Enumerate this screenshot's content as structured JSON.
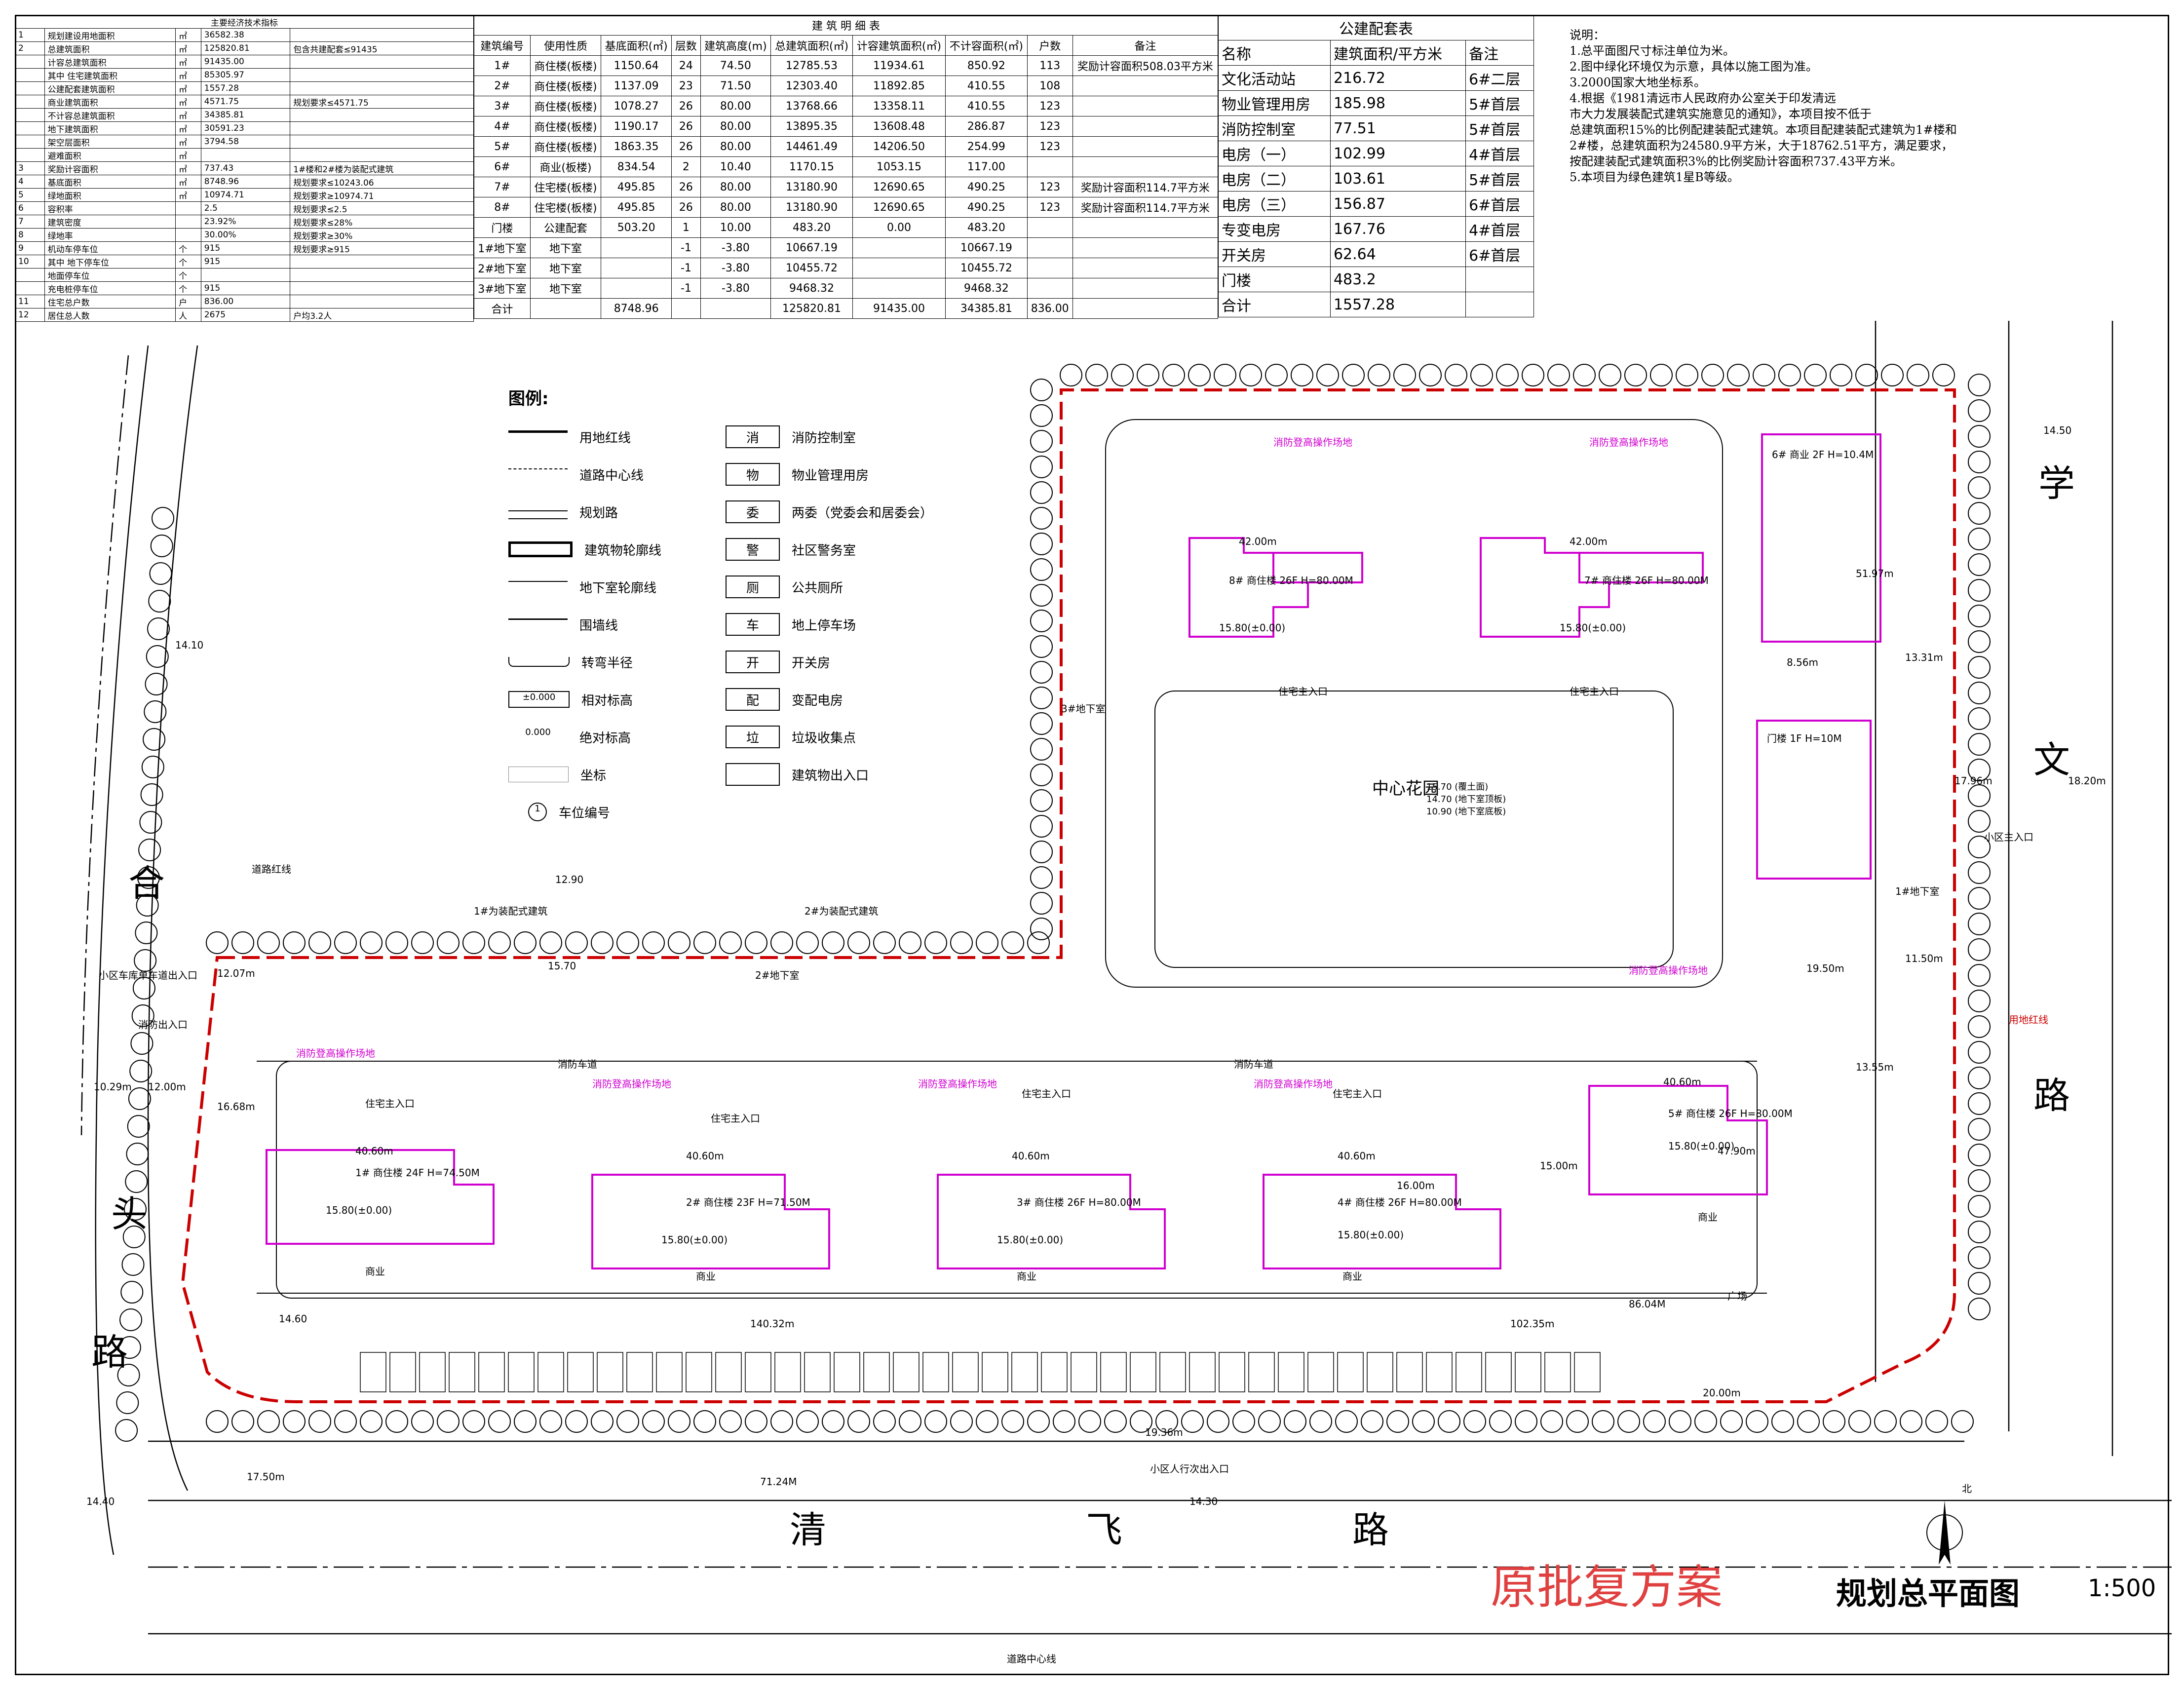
{
  "econ_table": {
    "title": "主要经济技术指标",
    "rows": [
      [
        "1",
        "规划建设用地面积",
        "㎡",
        "36582.38",
        ""
      ],
      [
        "2",
        "总建筑面积",
        "㎡",
        "125820.81",
        "包含共建配套≤91435"
      ],
      [
        "",
        "计容总建筑面积",
        "㎡",
        "91435.00",
        ""
      ],
      [
        "",
        "其中 住宅建筑面积",
        "㎡",
        "85305.97",
        ""
      ],
      [
        "",
        "公建配套建筑面积",
        "㎡",
        "1557.28",
        ""
      ],
      [
        "",
        "商业建筑面积",
        "㎡",
        "4571.75",
        "规划要求≤4571.75"
      ],
      [
        "",
        "不计容总建筑面积",
        "㎡",
        "34385.81",
        ""
      ],
      [
        "",
        "地下建筑面积",
        "㎡",
        "30591.23",
        ""
      ],
      [
        "",
        "架空层面积",
        "㎡",
        "3794.58",
        ""
      ],
      [
        "",
        "避难面积",
        "㎡",
        "",
        ""
      ],
      [
        "3",
        "奖励计容面积",
        "㎡",
        "737.43",
        "1#楼和2#楼为装配式建筑"
      ],
      [
        "4",
        "基底面积",
        "㎡",
        "8748.96",
        "规划要求≤10243.06"
      ],
      [
        "5",
        "绿地面积",
        "㎡",
        "10974.71",
        "规划要求≥10974.71"
      ],
      [
        "6",
        "容积率",
        "",
        "2.5",
        "规划要求≤2.5"
      ],
      [
        "7",
        "建筑密度",
        "",
        "23.92%",
        "规划要求≤28%"
      ],
      [
        "8",
        "绿地率",
        "",
        "30.00%",
        "规划要求≥30%"
      ],
      [
        "9",
        "机动车停车位",
        "个",
        "915",
        "规划要求≥915"
      ],
      [
        "10",
        "其中 地下停车位",
        "个",
        "915",
        ""
      ],
      [
        "",
        "地面停车位",
        "个",
        "",
        ""
      ],
      [
        "",
        "充电桩停车位",
        "个",
        "915",
        ""
      ],
      [
        "11",
        "住宅总户数",
        "户",
        "836.00",
        ""
      ],
      [
        "12",
        "居住总人数",
        "人",
        "2675",
        "户均3.2人"
      ]
    ]
  },
  "building_table": {
    "title": "建 筑 明 细 表",
    "headers": [
      "建筑编号",
      "使用性质",
      "基底面积(㎡)",
      "层数",
      "建筑高度(m)",
      "总建筑面积(㎡)",
      "计容建筑面积(㎡)",
      "不计容面积(㎡)",
      "户数",
      "备注"
    ],
    "rows": [
      [
        "1#",
        "商住楼(板楼)",
        "1150.64",
        "24",
        "74.50",
        "12785.53",
        "11934.61",
        "850.92",
        "113",
        "奖励计容面积508.03平方米"
      ],
      [
        "2#",
        "商住楼(板楼)",
        "1137.09",
        "23",
        "71.50",
        "12303.40",
        "11892.85",
        "410.55",
        "108",
        ""
      ],
      [
        "3#",
        "商住楼(板楼)",
        "1078.27",
        "26",
        "80.00",
        "13768.66",
        "13358.11",
        "410.55",
        "123",
        ""
      ],
      [
        "4#",
        "商住楼(板楼)",
        "1190.17",
        "26",
        "80.00",
        "13895.35",
        "13608.48",
        "286.87",
        "123",
        ""
      ],
      [
        "5#",
        "商住楼(板楼)",
        "1863.35",
        "26",
        "80.00",
        "14461.49",
        "14206.50",
        "254.99",
        "123",
        ""
      ],
      [
        "6#",
        "商业(板楼)",
        "834.54",
        "2",
        "10.40",
        "1170.15",
        "1053.15",
        "117.00",
        "",
        ""
      ],
      [
        "7#",
        "住宅楼(板楼)",
        "495.85",
        "26",
        "80.00",
        "13180.90",
        "12690.65",
        "490.25",
        "123",
        "奖励计容面积114.7平方米"
      ],
      [
        "8#",
        "住宅楼(板楼)",
        "495.85",
        "26",
        "80.00",
        "13180.90",
        "12690.65",
        "490.25",
        "123",
        "奖励计容面积114.7平方米"
      ],
      [
        "门楼",
        "公建配套",
        "503.20",
        "1",
        "10.00",
        "483.20",
        "0.00",
        "483.20",
        "",
        ""
      ],
      [
        "1#地下室",
        "地下室",
        "",
        "-1",
        "-3.80",
        "10667.19",
        "",
        "10667.19",
        "",
        ""
      ],
      [
        "2#地下室",
        "地下室",
        "",
        "-1",
        "-3.80",
        "10455.72",
        "",
        "10455.72",
        "",
        ""
      ],
      [
        "3#地下室",
        "地下室",
        "",
        "-1",
        "-3.80",
        "9468.32",
        "",
        "9468.32",
        "",
        ""
      ],
      [
        "合计",
        "",
        "8748.96",
        "",
        "",
        "125820.81",
        "91435.00",
        "34385.81",
        "836.00",
        ""
      ]
    ]
  },
  "public_table": {
    "title": "公建配套表",
    "headers": [
      "名称",
      "建筑面积/平方米",
      "备注"
    ],
    "rows": [
      [
        "文化活动站",
        "216.72",
        "6#二层"
      ],
      [
        "物业管理用房",
        "185.98",
        "5#首层"
      ],
      [
        "消防控制室",
        "77.51",
        "5#首层"
      ],
      [
        "电房（一）",
        "102.99",
        "4#首层"
      ],
      [
        "电房（二）",
        "103.61",
        "5#首层"
      ],
      [
        "电房（三）",
        "156.87",
        "6#首层"
      ],
      [
        "专变电房",
        "167.76",
        "4#首层"
      ],
      [
        "开关房",
        "62.64",
        "6#首层"
      ],
      [
        "门楼",
        "483.2",
        ""
      ],
      [
        "合计",
        "1557.28",
        ""
      ]
    ]
  },
  "notes": {
    "title": "说明：",
    "lines": [
      "1.总平面图尺寸标注单位为米。",
      "2.图中绿化环境仅为示意，具体以施工图为准。",
      "3.2000国家大地坐标系。",
      "4.根据《1981清远市人民政府办公室关于印发清远",
      "市大力发展装配式建筑实施意见的通知》，本项目按不低于",
      "总建筑面积15%的比例配建装配式建筑。本项目配建装配式建筑为1#楼和",
      "2#楼，总建筑面积为24580.9平方米，大于18762.51平方，满足要求，",
      "按配建装配式建筑面积3%的比例奖励计容面积737.43平方米。",
      "5.本项目为绿色建筑1星B等级。"
    ]
  },
  "legend": {
    "title": "图例:",
    "left": [
      "用地红线",
      "道路中心线",
      "规划路",
      "建筑物轮廓线",
      "地下室轮廓线",
      "围墙线",
      "转弯半径",
      "相对标高",
      "绝对标高",
      "坐标",
      "车位编号"
    ],
    "left_syms": [
      "",
      "",
      "",
      "",
      "",
      "",
      "",
      "±0.000",
      "0.000",
      "",
      "1"
    ],
    "right": [
      [
        "消",
        "消防控制室"
      ],
      [
        "物",
        "物业管理用房"
      ],
      [
        "委",
        "两委（党委会和居委会）"
      ],
      [
        "警",
        "社区警务室"
      ],
      [
        "厕",
        "公共厕所"
      ],
      [
        "车",
        "地上停车场"
      ],
      [
        "开",
        "开关房"
      ],
      [
        "配",
        "变配电房"
      ],
      [
        "垃",
        "垃圾收集点"
      ],
      [
        "",
        "建筑物出入口"
      ]
    ]
  },
  "roads": {
    "hetou": [
      "合",
      "头",
      "路"
    ],
    "xuewen": [
      "学",
      "文",
      "路"
    ],
    "qingfei": [
      "清",
      "飞",
      "路"
    ]
  },
  "labels": {
    "central_garden": "中心花园",
    "garden_levels": [
      "15.70 (覆土面)",
      "14.70 (地下室顶板)",
      "10.90 (地下室底板)"
    ],
    "fire_ops": "消防登高操作场地",
    "fire_lane": "消防车道",
    "res_entrance": "住宅主入口",
    "road_centerline": "道路中心线",
    "road_redline": "道路红线",
    "land_redline": "用地红线",
    "ped_entrance": "小区人行次出入口",
    "main_entrance": "小区主入口",
    "garage_entrance": "小区车库单车道出入口",
    "fire_entrance": "消防出入口",
    "prefab1": "1#为装配式建筑",
    "prefab2": "2#为装配式建筑",
    "plaza": "广场",
    "commercial": "商业",
    "b1": "1# 商住楼 24F H=74.50M",
    "b2": "2# 商住楼 23F H=71.50M",
    "b3": "3# 商住楼 26F H=80.00M",
    "b4": "4# 商住楼 26F H=80.00M",
    "b5": "5# 商住楼 26F H=80.00M",
    "b7": "7# 商住楼 26F H=80.00M",
    "b8": "8# 商住楼 26F H=80.00M",
    "b6": "6# 商业 2F H=10.4M",
    "gate": "门楼 1F H=10M",
    "level": "15.80(±0.00)",
    "dims": [
      "42.00m",
      "42.00m",
      "40.60m",
      "40.60m",
      "40.60m",
      "40.60m",
      "40.60m",
      "140.32m",
      "102.35m",
      "19.36m",
      "17.96m",
      "18.20m",
      "16.00m",
      "15.00m",
      "20.00m",
      "17.50m",
      "71.24M",
      "86.04M",
      "47.90m",
      "51.97m",
      "13.55m",
      "13.31m",
      "11.50m",
      "19.50m",
      "8.56m",
      "12.07m",
      "12.00m",
      "10.29m",
      "16.68m"
    ],
    "elevations": [
      "14.10",
      "12.90",
      "15.70",
      "14.50",
      "14.40",
      "14.30",
      "14.60"
    ],
    "basement2": "2#地下室",
    "basement3": "3#地下室",
    "basement1": "1#地下室",
    "north": "北"
  },
  "title_block": {
    "title": "规划总平面图",
    "scale": "1:500",
    "stamp": "原批复方案"
  },
  "colors": {
    "redline": "#cc0000",
    "magenta": "#d000d0",
    "stamp": "#e04040"
  }
}
